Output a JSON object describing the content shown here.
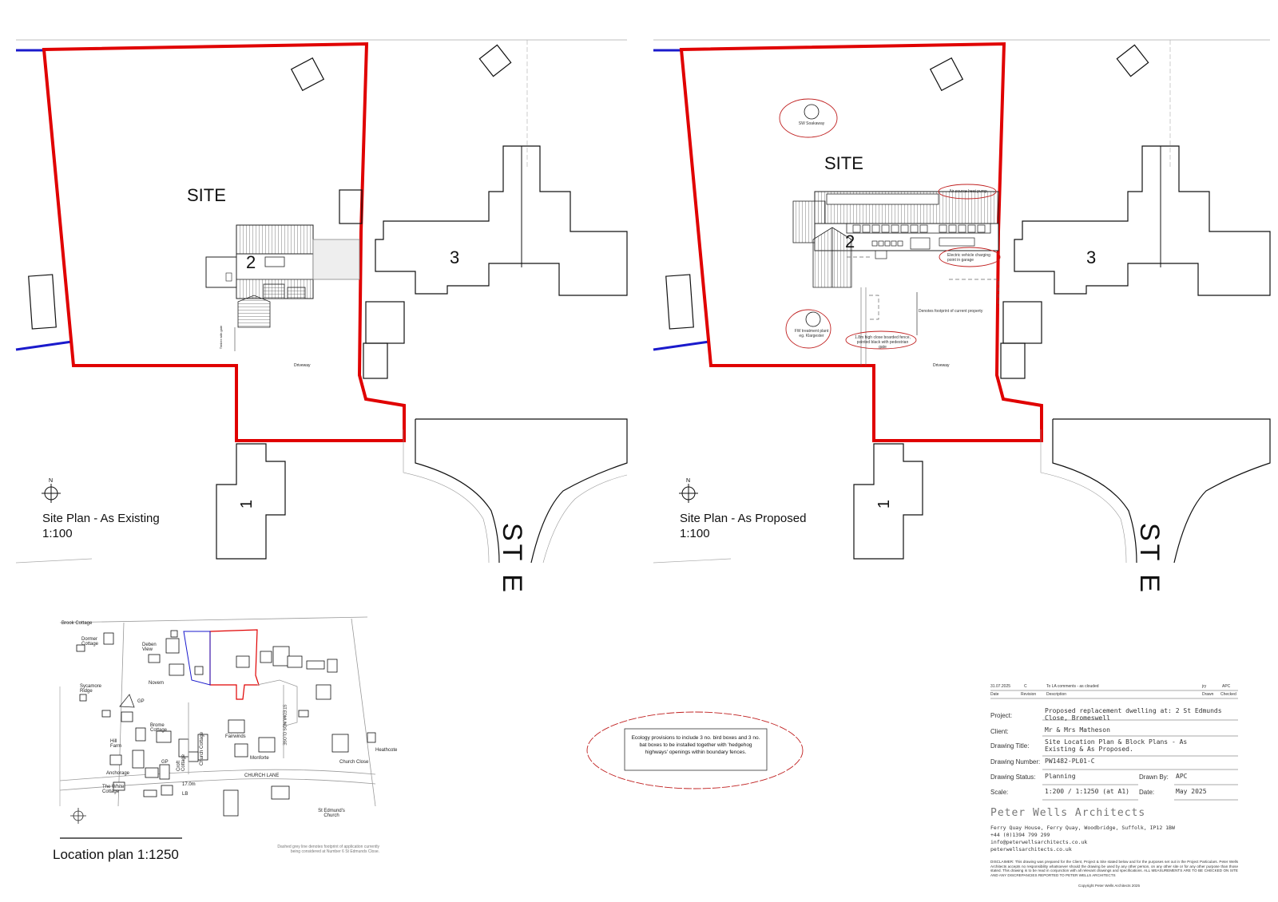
{
  "existing_plan": {
    "title": "Site Plan - As Existing",
    "scale": "1:100",
    "site_label": "SITE",
    "house_numbers": [
      "2",
      "3",
      "1"
    ],
    "driveway": "Driveway",
    "street_text": "ST E",
    "fence_note": "Timber with gate"
  },
  "proposed_plan": {
    "title": "Site Plan - As Proposed",
    "scale": "1:100",
    "site_label": "SITE",
    "house_numbers": [
      "2",
      "3",
      "1"
    ],
    "driveway": "Driveway",
    "street_text": "ST E",
    "notes": {
      "soakaway": "SW Soakaway",
      "treatment": "FW treatment plant eg. Klargester",
      "heat_pump": "Air source heat pump",
      "ev_charging": "Electric vehicle charging point in garage",
      "footprint": "Denotes footprint of current property",
      "fence": "1.8m high close boarded fence, pointed black with pedestrian gate"
    }
  },
  "location_plan": {
    "title": "Location plan 1:1250",
    "labels": [
      "Brook Cottage",
      "Dormer Cottage",
      "Deben View",
      "Novem",
      "Sycamore Ridge",
      "GP",
      "Brome Cottage",
      "Hill Farm",
      "Church Cottage",
      "Croft Cottage",
      "Fairwinds",
      "Monforte",
      "Anchorage",
      "GP",
      "The White Cottage",
      "17.0m",
      "LB",
      "CHURCH LANE",
      "St Edmund's Church",
      "Church Close",
      "Heathcote",
      "ST EDMUNDS CLOSE"
    ],
    "footnote": "Dashed grey line denotes footprint of application currently being considered at Number 6 St Edmunds Close."
  },
  "ecology_note": "Ecology provisions to include 3 no. bird boxes and 3 no. bat boxes to be installed together with 'hedgehog highways' openings within boundary fences.",
  "title_block": {
    "revision_row": {
      "date": "31.07.2025",
      "rev": "C",
      "description": "To LA comments - as clouded",
      "drawn": "jry",
      "checked": "APC"
    },
    "revision_headers": {
      "date": "Date",
      "revision": "Revision",
      "description": "Description",
      "drawn": "Drawn",
      "checked": "Checked"
    },
    "project_label": "Project:",
    "project": "Proposed replacement dwelling at: 2 St Edmunds Close, Bromeswell",
    "client_label": "Client:",
    "client": "Mr & Mrs Matheson",
    "drawing_title_label": "Drawing Title:",
    "drawing_title": "Site Location Plan & Block Plans - As Existing & As Proposed.",
    "drawing_number_label": "Drawing Number:",
    "drawing_number": "PW1482-PL01-C",
    "status_label": "Drawing Status:",
    "status": "Planning",
    "drawn_by_label": "Drawn By:",
    "drawn_by": "APC",
    "scale_label": "Scale:",
    "scale": "1:200 / 1:1250 (at A1)",
    "date_label": "Date:",
    "date": "May 2025",
    "firm": "Peter Wells Architects",
    "address": "Ferry Quay House, Ferry Quay, Woodbridge, Suffolk, IP12 1BW",
    "phone": "+44 (0)1394 799 299",
    "email": "info@peterwellsarchitects.co.uk",
    "web": "peterwellsarchitects.co.uk",
    "disclaimer": "DISCLAIMER: This drawing was prepared for the Client, Project & Site stated below and for the purposes set out in the Project Particulars. Peter Wells Architects accepts no responsibility whatsoever should the drawing be used by any other person, on any other site or for any other purpose than those stated. This drawing is to be read in conjunction with all relevant drawings and specifications. ALL MEASUREMENTS ARE TO BE CHECKED ON SITE AND ANY DISCREPANCIES REPORTED TO PETER WELLS ARCHITECTS",
    "copyright": "Copyright Peter Wells Architects 2025"
  },
  "colors": {
    "boundary": "#e00000",
    "neighbour_boundary": "#1a1acc",
    "line": "#111111",
    "cloud": "#c02020"
  }
}
